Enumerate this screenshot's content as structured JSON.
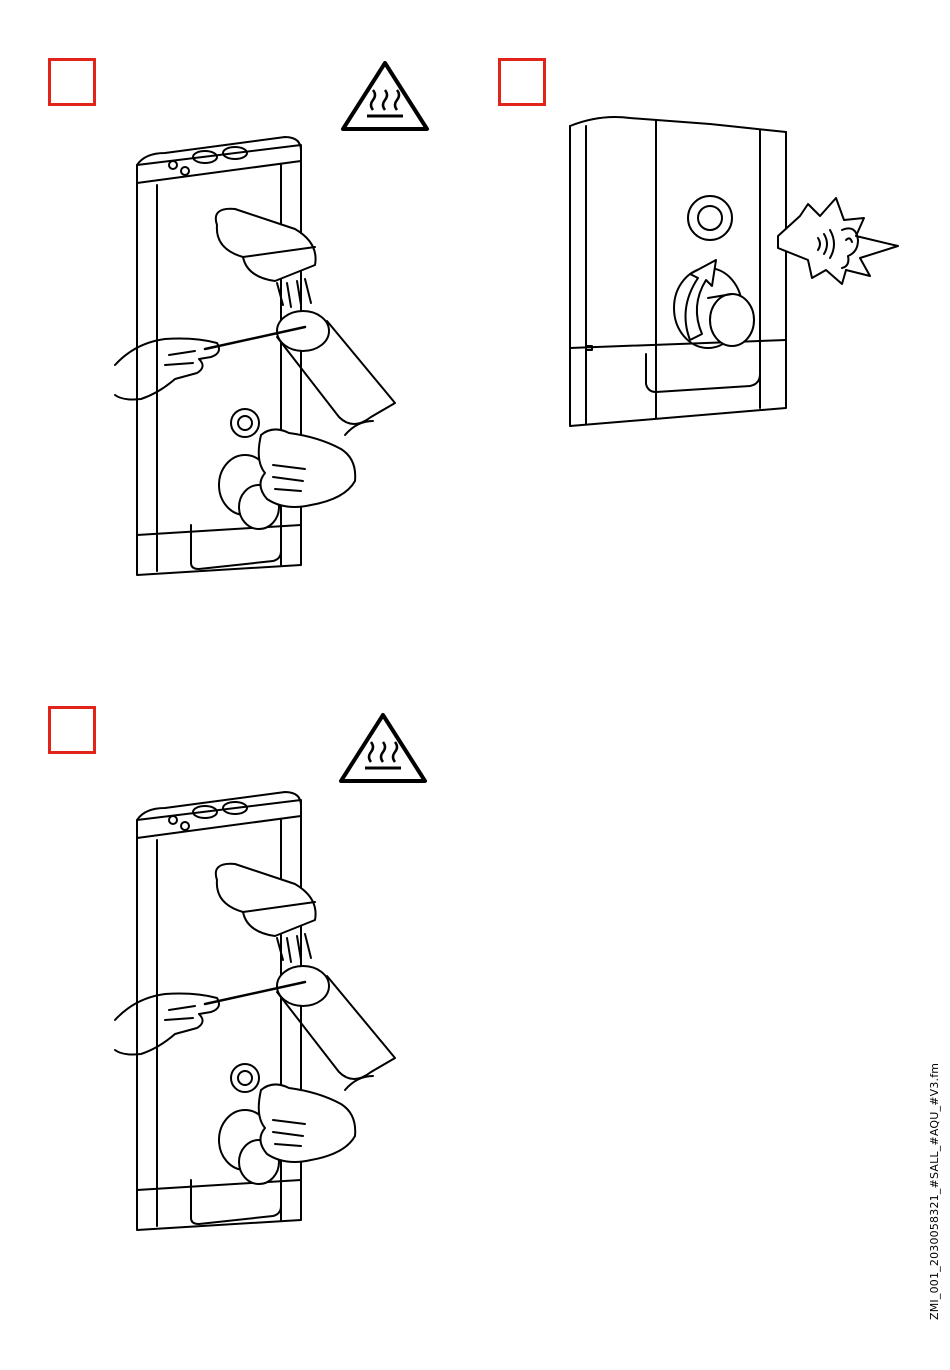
{
  "steps": [
    {
      "marker": "step-marker",
      "warning": "hot-surface-warning-icon",
      "scene": "temperature-check"
    },
    {
      "marker": "step-marker",
      "scene": "turn-knob-listen"
    },
    {
      "marker": "step-marker",
      "warning": "hot-surface-warning-icon",
      "scene": "temperature-check"
    }
  ],
  "colors": {
    "marker_red": "#e2231a",
    "line": "#000000"
  },
  "footer": {
    "filename": "ZMI_001_2030058321_#SALL_#AQU_#V3.fm"
  }
}
